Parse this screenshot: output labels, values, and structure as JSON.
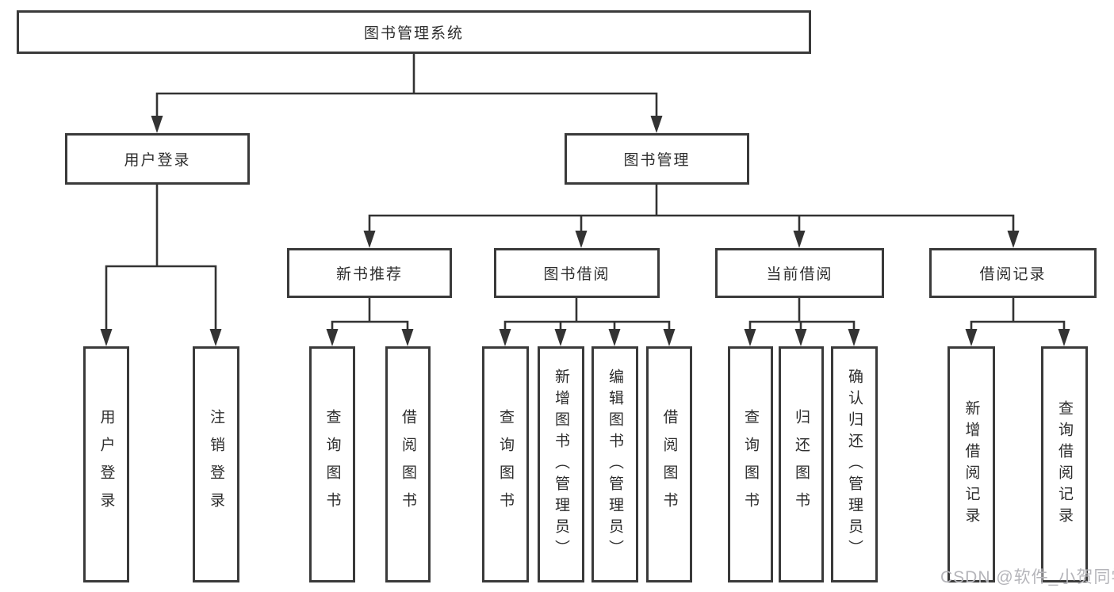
{
  "diagram": {
    "root": {
      "label": "图书管理系统"
    },
    "level2": [
      {
        "label": "用户登录"
      },
      {
        "label": "图书管理"
      }
    ],
    "level3": [
      {
        "label": "新书推荐"
      },
      {
        "label": "图书借阅"
      },
      {
        "label": "当前借阅"
      },
      {
        "label": "借阅记录"
      }
    ],
    "leaves": [
      {
        "label": "用户登录"
      },
      {
        "label": "注销登录"
      },
      {
        "label": "查询图书"
      },
      {
        "label": "借阅图书"
      },
      {
        "label": "查询图书"
      },
      {
        "label": "新增图书（管理员）"
      },
      {
        "label": "编辑图书（管理员）"
      },
      {
        "label": "借阅图书"
      },
      {
        "label": "查询图书"
      },
      {
        "label": "归还图书"
      },
      {
        "label": "确认归还（管理员）"
      },
      {
        "label": "新增借阅记录"
      },
      {
        "label": "查询借阅记录"
      }
    ],
    "watermark": "CSDN @软件_小贺同学",
    "colors": {
      "background": "#ffffff",
      "line": "#333333",
      "box_border": "#3a3a3a",
      "text": "#2d2d2d",
      "watermark": "#b5b5ba"
    }
  }
}
